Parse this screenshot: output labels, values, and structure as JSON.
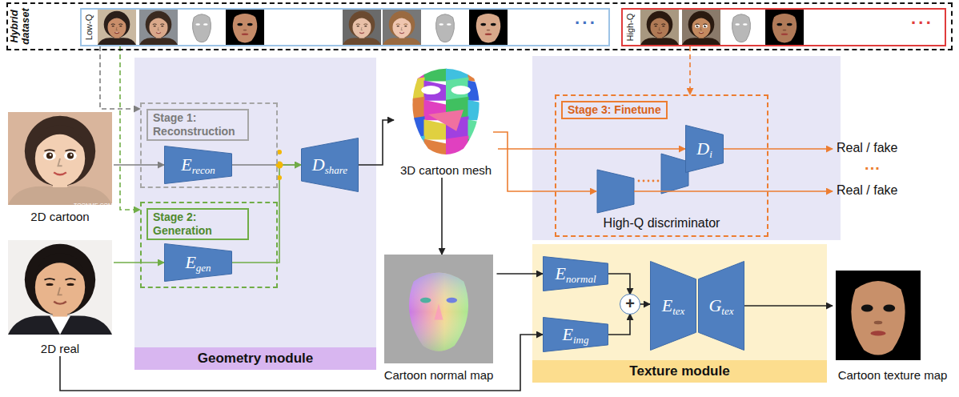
{
  "diagram": {
    "nodes": [
      {
        "text": [
          "Hybrid dataset"
        ]
      },
      {
        "text": [
          "Low-Q",
          "···"
        ],
        "in": 0
      },
      {
        "text": [
          "High-Q",
          "···"
        ],
        "in": 0
      },
      {
        "text": [
          "2D cartoon"
        ]
      },
      {
        "text": [
          "2D real"
        ]
      },
      {
        "text": [
          "Geometry module"
        ]
      },
      {
        "text": [
          "Stage 1: Reconstruction"
        ],
        "in": 5
      },
      {
        "text": [
          "E",
          "recon"
        ],
        "in": 6
      },
      {
        "text": [
          "Stage 2: Generation"
        ],
        "in": 5
      },
      {
        "text": [
          "E",
          "gen"
        ],
        "in": 8
      },
      {
        "text": [
          "D",
          "share"
        ],
        "in": 5
      },
      {
        "text": [
          "3D cartoon mesh"
        ]
      },
      {
        "text": [
          "Stage 3: Finetune",
          "High-Q discriminator"
        ]
      },
      {
        "text": [
          "D",
          "i"
        ],
        "in": 12
      },
      {
        "text": [
          "Cartoon normal map"
        ]
      },
      {
        "text": [
          "Texture module"
        ]
      },
      {
        "text": [
          "E",
          "normal"
        ],
        "in": 15
      },
      {
        "text": [
          "E",
          "img"
        ],
        "in": 15
      },
      {
        "text": [
          "+"
        ],
        "in": 15
      },
      {
        "text": [
          "E",
          "tex"
        ],
        "in": 15
      },
      {
        "text": [
          "G",
          "tex"
        ],
        "in": 15
      },
      {
        "text": [
          "Cartoon texture map"
        ]
      }
    ],
    "edges": [
      {
        "from": 1,
        "to": 6,
        "arrow": "to"
      },
      {
        "from": 1,
        "to": 8,
        "arrow": "to"
      },
      {
        "from": 2,
        "to": 12,
        "arrow": "to"
      },
      {
        "from": 3,
        "to": 7,
        "arrow": "to"
      },
      {
        "from": 4,
        "to": 9,
        "arrow": "to"
      },
      {
        "from": 7,
        "to": 10,
        "arrow": "to"
      },
      {
        "from": 9,
        "to": 10,
        "arrow": "to"
      },
      {
        "from": 10,
        "to": 11,
        "arrow": "to"
      },
      {
        "from": 11,
        "to": 13,
        "arrow": "to"
      },
      {
        "from": 11,
        "to": 14,
        "arrow": "to"
      },
      {
        "from": 14,
        "to": 16,
        "arrow": "to"
      },
      {
        "from": 4,
        "to": 17,
        "arrow": "to"
      },
      {
        "from": 16,
        "to": 18,
        "arrow": "to"
      },
      {
        "from": 17,
        "to": 18,
        "arrow": "to"
      },
      {
        "from": 18,
        "to": 19,
        "arrow": "to"
      },
      {
        "from": 20,
        "to": 21,
        "arrow": "to"
      }
    ],
    "labels": [
      "TOONME.COM",
      "Real / fake",
      "Real / fake",
      "···"
    ]
  }
}
